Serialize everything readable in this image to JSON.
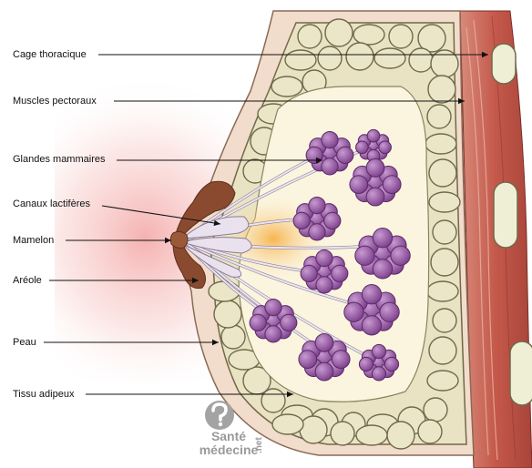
{
  "labels": [
    {
      "id": "cage",
      "text": "Cage thoracique"
    },
    {
      "id": "muscles",
      "text": "Muscles pectoraux"
    },
    {
      "id": "glandes",
      "text": "Glandes mammaires"
    },
    {
      "id": "canaux",
      "text": "Canaux lactifères"
    },
    {
      "id": "mamelon",
      "text": "Mamelon"
    },
    {
      "id": "areole",
      "text": "Aréole"
    },
    {
      "id": "peau",
      "text": "Peau"
    },
    {
      "id": "tissu",
      "text": "Tissu adipeux"
    }
  ],
  "watermark": {
    "line1": "Santé",
    "line2": "médecine",
    "suffix": ".net"
  },
  "colors": {
    "skin": "#f2dccb",
    "fat": "#e9e3c3",
    "fat_outline": "#6f6a4c",
    "muscle": "#c85a4a",
    "gland": "#9a57a8",
    "duct": "#e9e2ee",
    "areola": "#8a4a30",
    "glow": "#f6c6c4",
    "bone": "#efefd6"
  }
}
